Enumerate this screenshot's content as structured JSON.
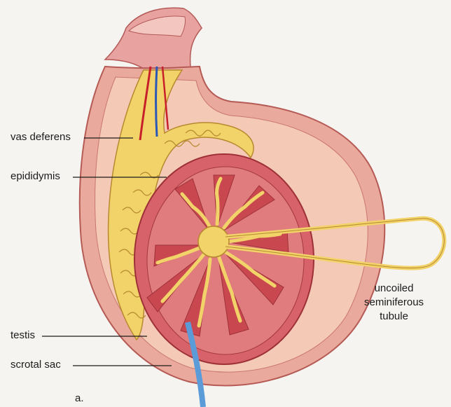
{
  "labels": {
    "vas_deferens": "vas deferens",
    "epididymis": "epididymis",
    "testis": "testis",
    "scrotal_sac": "scrotal sac",
    "seminiferous_line1": "uncoiled",
    "seminiferous_line2": "seminiferous",
    "seminiferous_line3": "tubule",
    "panel": "a."
  },
  "colors": {
    "background": "#f6f4f1",
    "scrotal_sac": "#e9a99c",
    "sac_inner": "#f4c9b6",
    "testis": "#d8626a",
    "lobule": "#c9484f",
    "tubule": "#f2d36a",
    "tubule_outline": "#b7892e",
    "artery": "#c8202b",
    "vein": "#2a58b8",
    "vas_deferens_tube": "#5b9bd8"
  }
}
